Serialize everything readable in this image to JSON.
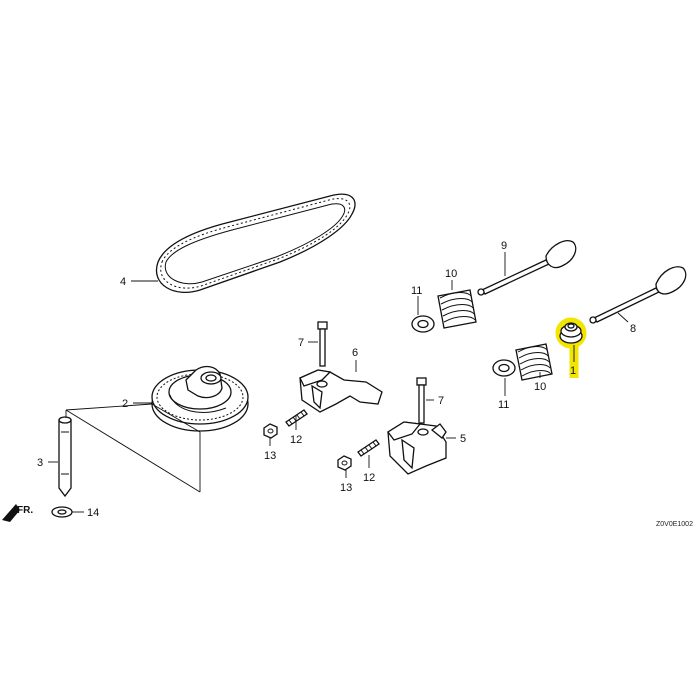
{
  "diagram": {
    "drawing_code": "Z0V0E1002",
    "direction_mark": "FR.",
    "highlight_color": "#f2e600",
    "highlighted_part": "1",
    "callouts": [
      {
        "id": "c1",
        "text": "1"
      },
      {
        "id": "c2",
        "text": "2"
      },
      {
        "id": "c3",
        "text": "3"
      },
      {
        "id": "c4",
        "text": "4"
      },
      {
        "id": "c5",
        "text": "5"
      },
      {
        "id": "c6",
        "text": "6"
      },
      {
        "id": "c7a",
        "text": "7"
      },
      {
        "id": "c7b",
        "text": "7"
      },
      {
        "id": "c8",
        "text": "8"
      },
      {
        "id": "c9",
        "text": "9"
      },
      {
        "id": "c10a",
        "text": "10"
      },
      {
        "id": "c10b",
        "text": "10"
      },
      {
        "id": "c11a",
        "text": "11"
      },
      {
        "id": "c11b",
        "text": "11"
      },
      {
        "id": "c12a",
        "text": "12"
      },
      {
        "id": "c12b",
        "text": "12"
      },
      {
        "id": "c13a",
        "text": "13"
      },
      {
        "id": "c13b",
        "text": "13"
      },
      {
        "id": "c14",
        "text": "14"
      }
    ]
  }
}
